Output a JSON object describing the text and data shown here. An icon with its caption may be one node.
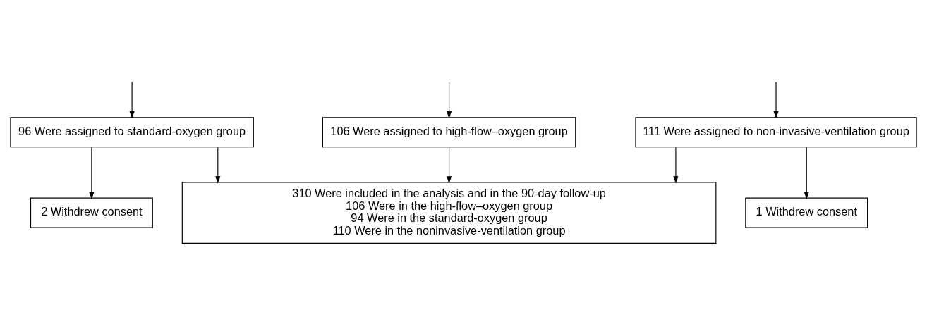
{
  "diagram": {
    "nodes": [
      {
        "text": [
          "106 Were assigned to high-flow–oxygen group"
        ]
      },
      {
        "text": [
          "96 Were assigned to standard-oxygen group"
        ]
      },
      {
        "text": [
          "111 Were assigned to non-invasive-ventilation group"
        ]
      },
      {
        "text": [
          "2 Withdrew consent"
        ]
      },
      {
        "text": [
          "1 Withdrew consent"
        ]
      },
      {
        "text": [
          "310 Were included in the analysis and in the 90-day follow-up",
          "106 Were in the high-flow–oxygen group",
          "94 Were in the standard-oxygen group",
          "110 Were in the noninvasive-ventilation group"
        ]
      }
    ],
    "edges": [
      {
        "from": null,
        "to": 0,
        "arrow": "to"
      },
      {
        "from": null,
        "to": 1,
        "arrow": "to"
      },
      {
        "from": null,
        "to": 2,
        "arrow": "to"
      },
      {
        "from": 1,
        "to": 3,
        "arrow": "to"
      },
      {
        "from": 2,
        "to": 4,
        "arrow": "to"
      },
      {
        "from": 0,
        "to": 5,
        "arrow": "to"
      },
      {
        "from": 1,
        "to": 5,
        "arrow": "to"
      },
      {
        "from": 2,
        "to": 5,
        "arrow": "to"
      }
    ]
  }
}
